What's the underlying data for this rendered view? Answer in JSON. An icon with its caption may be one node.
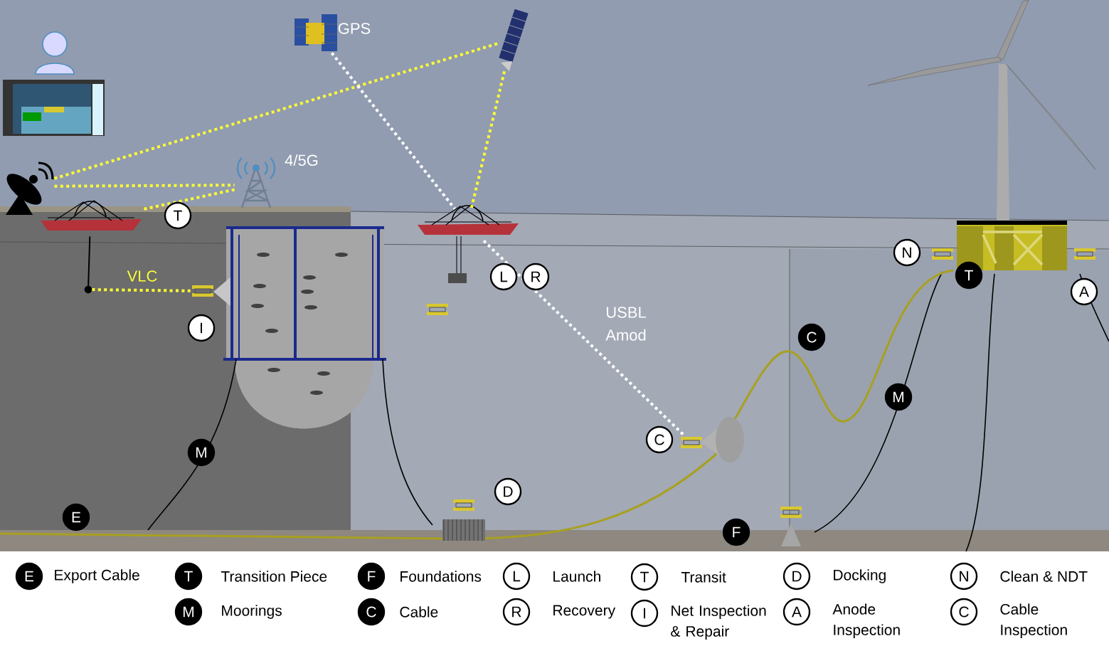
{
  "diagram": {
    "nodes": [
      {
        "text": [],
        "shape": "picture"
      },
      {
        "text": [],
        "shape": "picture",
        "beside": [
          "4/5G"
        ]
      },
      {
        "text": [],
        "shape": "picture",
        "beside": [
          "GPS"
        ]
      },
      {
        "text": [],
        "shape": "picture"
      },
      {
        "text": [],
        "shape": "picture"
      },
      {
        "text": [],
        "shape": "picture"
      },
      {
        "text": [],
        "shape": "circle"
      },
      {
        "text": [],
        "shape": "picture"
      },
      {
        "text": [],
        "shape": "picture"
      }
    ],
    "edges": [
      {
        "from": 0,
        "to": 3,
        "arrow": "none",
        "style": "dashed"
      },
      {
        "from": 0,
        "to": 1,
        "arrow": "none",
        "style": "dashed"
      },
      {
        "from": 1,
        "to": 4,
        "arrow": "none",
        "style": "dashed"
      },
      {
        "from": 3,
        "to": 5,
        "arrow": "none",
        "style": "dashed"
      },
      {
        "from": 2,
        "to": 5,
        "arrow": "none",
        "style": "dashed",
        "color": "#ffffff"
      },
      {
        "from": 5,
        "to": 8,
        "arrow": "none",
        "style": "dashed",
        "color": "#ffffff",
        "label": "USBL Amod"
      },
      {
        "from": 4,
        "to": 6,
        "arrow": "none",
        "color": "#000000"
      },
      {
        "from": 6,
        "to": 7,
        "arrow": "none",
        "style": "dashed",
        "label": "VLC"
      }
    ],
    "labels": [
      "T",
      "L",
      "R",
      "N",
      "T",
      "A",
      "I",
      "C",
      "M",
      "C",
      "M",
      "D",
      "E",
      "F",
      "E",
      "T",
      "F",
      "L",
      "T",
      "D",
      "N",
      "M",
      "C",
      "R",
      "I",
      "A",
      "C"
    ],
    "legend": [
      {
        "text": "Export Cable"
      },
      {
        "text": "Transition Piece"
      },
      {
        "text": "Foundations"
      },
      {
        "text": "Launch"
      },
      {
        "text": "Transit"
      },
      {
        "text": "Docking"
      },
      {
        "text": "Clean & NDT"
      },
      {
        "text": "Moorings"
      },
      {
        "text": "Cable"
      },
      {
        "text": "Recovery"
      },
      {
        "text": "Net Inspection & Repair"
      },
      {
        "text": "Anode Inspection"
      },
      {
        "text": "Cable Inspection"
      }
    ]
  }
}
